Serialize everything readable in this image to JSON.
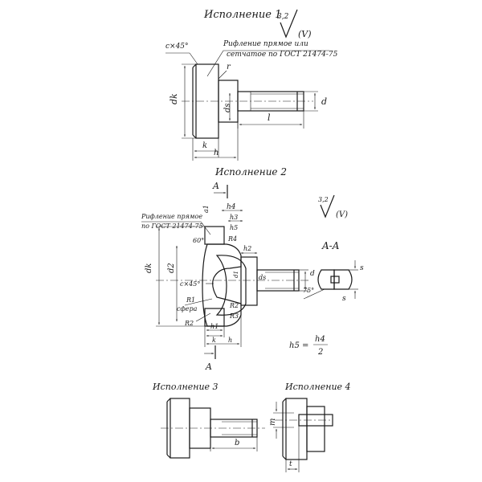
{
  "views": {
    "v1": {
      "title": "Исполнение 1",
      "rough_value": "3,2",
      "rough_paren": "(V)",
      "note_line1": "Рифление прямое или",
      "note_line2": "сетчатое по ГОСТ 21474-75",
      "chamfer": "c×45°",
      "r": "r",
      "dk": "dk",
      "ds": "ds",
      "d": "d",
      "l": "l",
      "k": "k",
      "h": "h"
    },
    "v2": {
      "title": "Исполнение 2",
      "rough_value": "3,2",
      "rough_paren": "(V)",
      "section_mark": "A",
      "section_title": "A-A",
      "note_line1": "Рифление прямое",
      "note_line2": "по ГОСТ 21474-75",
      "angle": "60°",
      "chamfer": "c×45°",
      "sphere": "сфера",
      "a1": "a1",
      "h4": "h4",
      "h3": "h3",
      "h5": "h5",
      "h2": "h2",
      "R4": "R4",
      "R2": "R2",
      "R3": "R3",
      "R1": "R1",
      "d1": "d1",
      "dk": "dk",
      "d2": "d2",
      "ds": "ds",
      "d": "d",
      "h1": "h1",
      "k": "k",
      "h": "h",
      "s": "s",
      "deg75": "75°",
      "formula_lhs": "h5 =",
      "formula_num": "h4",
      "formula_den": "2"
    },
    "v3": {
      "title": "Исполнение 3",
      "b": "b"
    },
    "v4": {
      "title": "Исполнение 4",
      "m": "m",
      "t": "t"
    }
  }
}
